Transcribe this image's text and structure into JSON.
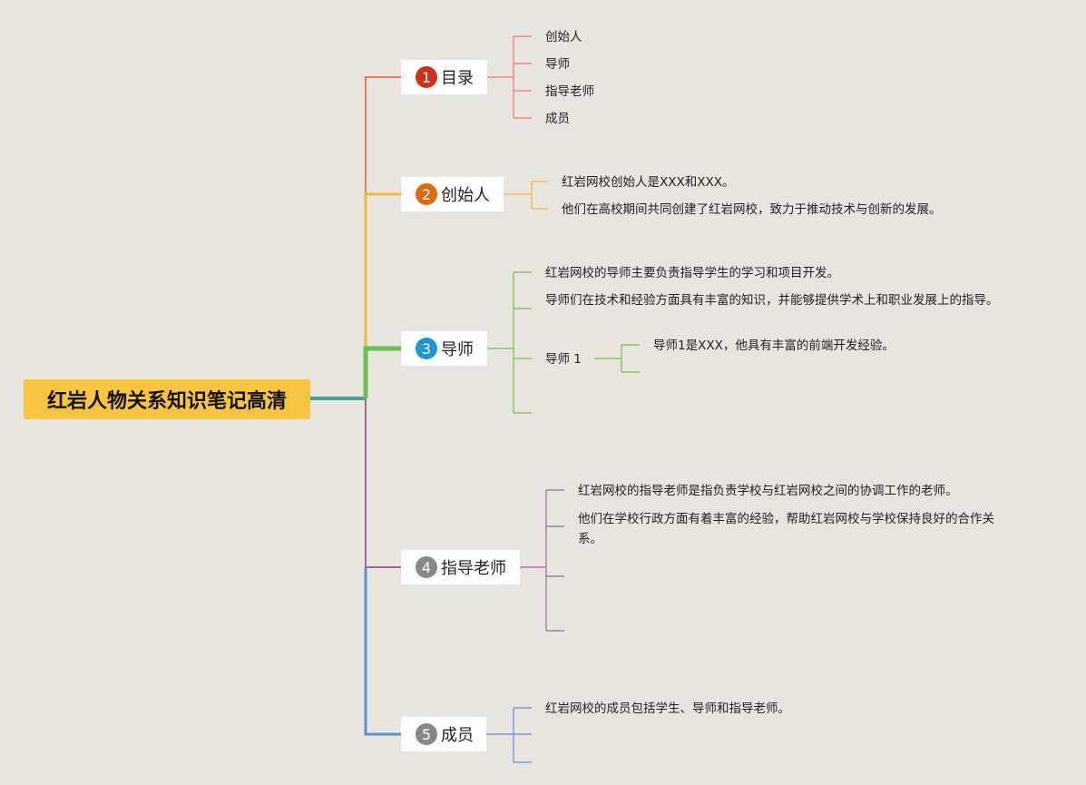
{
  "root": {
    "title": "红岩人物关系知识笔记高清"
  },
  "colors": {
    "root": "#f9c43f",
    "b1": "#f07765",
    "b1_badge": "#d0301c",
    "b2": "#f5b83c",
    "b2_badge": "#e06a12",
    "b3": "#6cc04f",
    "b3_badge": "#1e96d8",
    "b4": "#a0679a",
    "b4_badge": "#888888",
    "b5": "#5b8fd6",
    "b5_badge": "#888888",
    "root_link": "#4a9ea0"
  },
  "branches": [
    {
      "num": "1",
      "label": "目录",
      "icon": "number-badge-icon"
    },
    {
      "num": "2",
      "label": "创始人",
      "icon": "number-badge-icon"
    },
    {
      "num": "3",
      "label": "导师",
      "icon": "number-badge-icon"
    },
    {
      "num": "4",
      "label": "指导老师",
      "icon": "number-badge-icon"
    },
    {
      "num": "5",
      "label": "成员",
      "icon": "number-badge-icon"
    }
  ],
  "leaves": {
    "b1": [
      "创始人",
      "导师",
      "指导老师",
      "成员"
    ],
    "b2": [
      "红岩网校创始人是XXX和XXX。",
      "他们在高校期间共同创建了红岩网校，致力于推动技术与创新的发展。"
    ],
    "b3": [
      "红岩网校的导师主要负责指导学生的学习和项目开发。",
      "导师们在技术和经验方面具有丰富的知识，并能够提供学术上和职业发展上的指导。",
      "导师 1"
    ],
    "b3_sub": [
      "导师1是XXX，他具有丰富的前端开发经验。"
    ],
    "b4": [
      "红岩网校的指导老师是指负责学校与红岩网校之间的协调工作的老师。",
      "他们在学校行政方面有着丰富的经验，帮助红岩网校与学校保持良好的合作关系。"
    ],
    "b5": [
      "红岩网校的成员包括学生、导师和指导老师。"
    ]
  }
}
